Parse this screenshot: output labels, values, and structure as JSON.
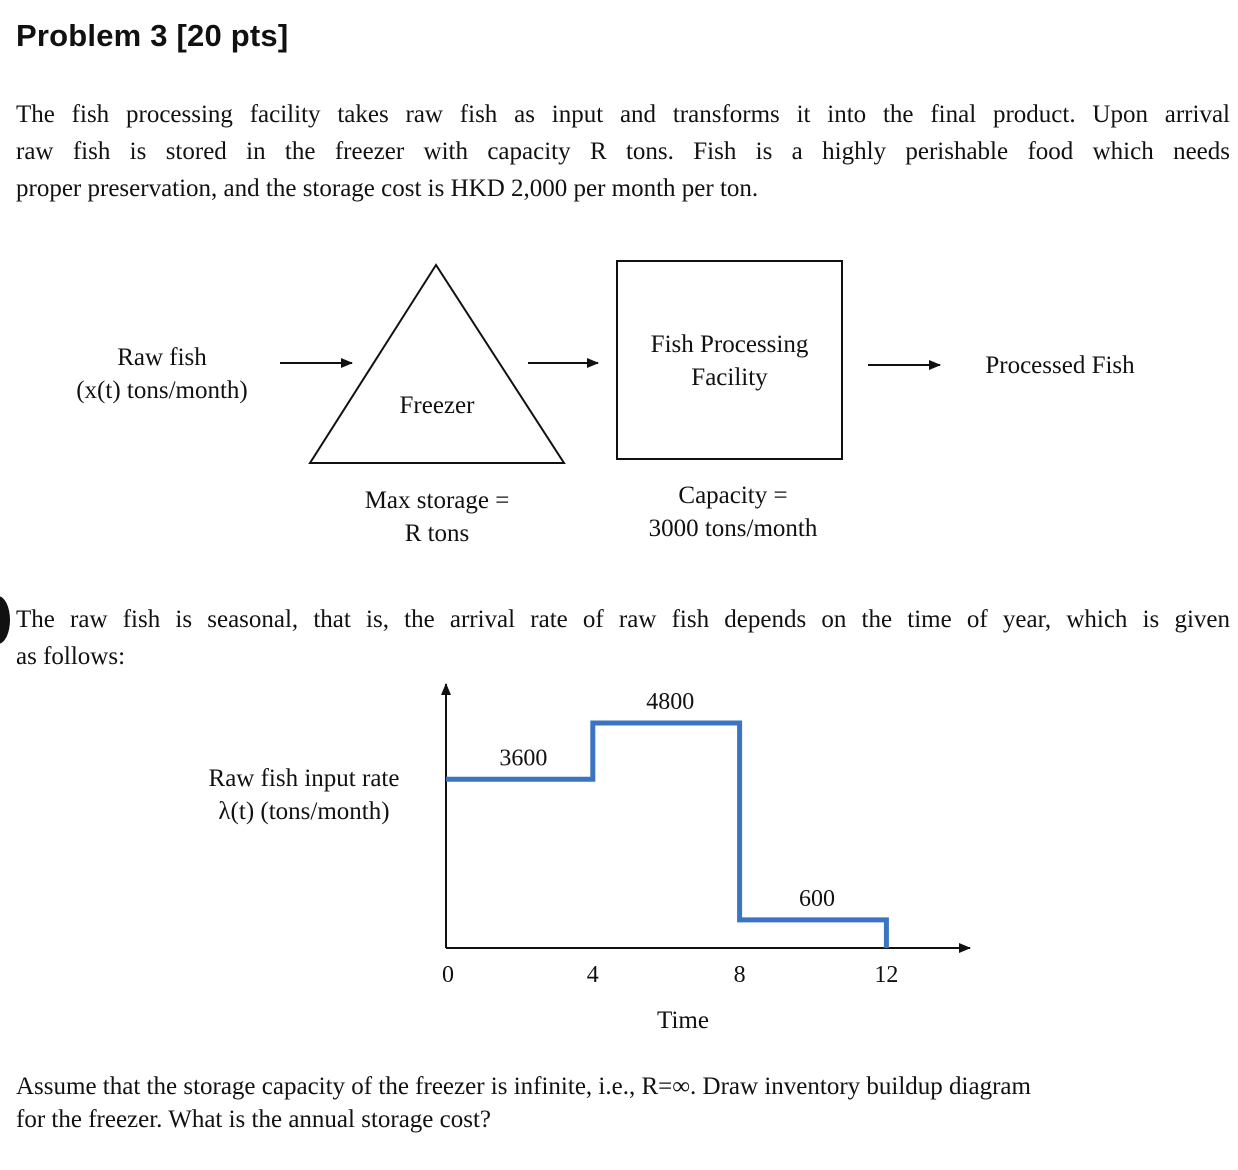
{
  "problem": {
    "title": "Problem 3 [20 pts]",
    "intro_lines": [
      "The fish processing facility takes raw fish as input and transforms it into the final product. Upon arrival",
      "raw fish is stored in the freezer with capacity R tons. Fish is a highly perishable food which needs",
      "proper preservation, and the storage cost is HKD 2,000 per month per ton."
    ],
    "seasonal_lines": [
      "The raw fish is seasonal, that is, the arrival rate of raw fish depends on the time of year, which is given",
      "as follows:"
    ],
    "question_lines": [
      "Assume that the storage capacity of the freezer is infinite, i.e., R=∞. Draw inventory buildup diagram",
      "for the freezer. What is the annual storage cost?"
    ]
  },
  "diagram": {
    "input_label_1": "Raw fish",
    "input_label_2": "(x(t) tons/month)",
    "freezer_label": "Freezer",
    "freezer_storage_1": "Max storage =",
    "freezer_storage_2": "R tons",
    "facility_label_1": "Fish Processing",
    "facility_label_2": "Facility",
    "facility_capacity_1": "Capacity =",
    "facility_capacity_2": "3000 tons/month",
    "output_label": "Processed Fish"
  },
  "chart_data": {
    "type": "line",
    "step": true,
    "ylabel_1": "Raw fish input rate",
    "ylabel_2": "λ(t) (tons/month)",
    "xlabel": "Time",
    "x_ticks": [
      "0",
      "4",
      "8",
      "12"
    ],
    "segments": [
      {
        "x_start": 0,
        "x_end": 4,
        "value": 3600,
        "label": "3600"
      },
      {
        "x_start": 4,
        "x_end": 8,
        "value": 4800,
        "label": "4800"
      },
      {
        "x_start": 8,
        "x_end": 12,
        "value": 600,
        "label": "600"
      }
    ],
    "xlim": [
      0,
      14.3
    ],
    "ylim": [
      0,
      5500
    ],
    "line_color": "#3a74c2"
  }
}
